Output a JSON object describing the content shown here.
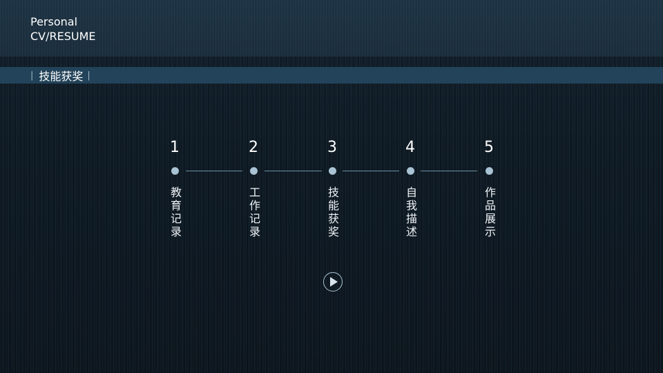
{
  "brand": {
    "line1": "Personal",
    "line2": "CV/RESUME"
  },
  "section": {
    "left_mark": "|",
    "title": "技能获奖",
    "right_mark": "|"
  },
  "timeline": [
    {
      "number": "1",
      "label": "教育记录"
    },
    {
      "number": "2",
      "label": "工作记录"
    },
    {
      "number": "3",
      "label": "技能获奖"
    },
    {
      "number": "4",
      "label": "自我描述"
    },
    {
      "number": "5",
      "label": "作品展示"
    }
  ],
  "controls": {
    "play_icon": "play-circle-icon"
  },
  "colors": {
    "background": "#0f1b25",
    "banner": "#1b2f3e",
    "section_bar": "#224359",
    "dot": "#a9c3d4",
    "connector": "#6e8fa3",
    "text": "#ffffff"
  }
}
